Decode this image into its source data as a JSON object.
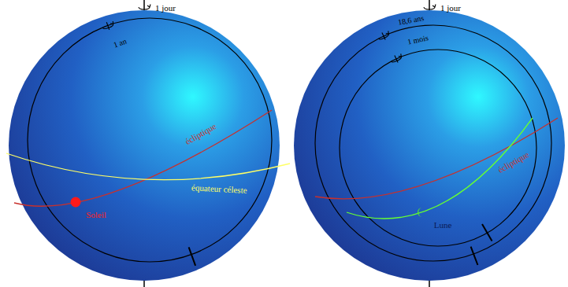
{
  "diagram": {
    "labels": [
      "1 jour",
      "1 an",
      "écliptique",
      "équateur céleste",
      "Soleil",
      "1 jour",
      "18,6 ans",
      "1 mois",
      "écliptique",
      "Lune"
    ]
  }
}
